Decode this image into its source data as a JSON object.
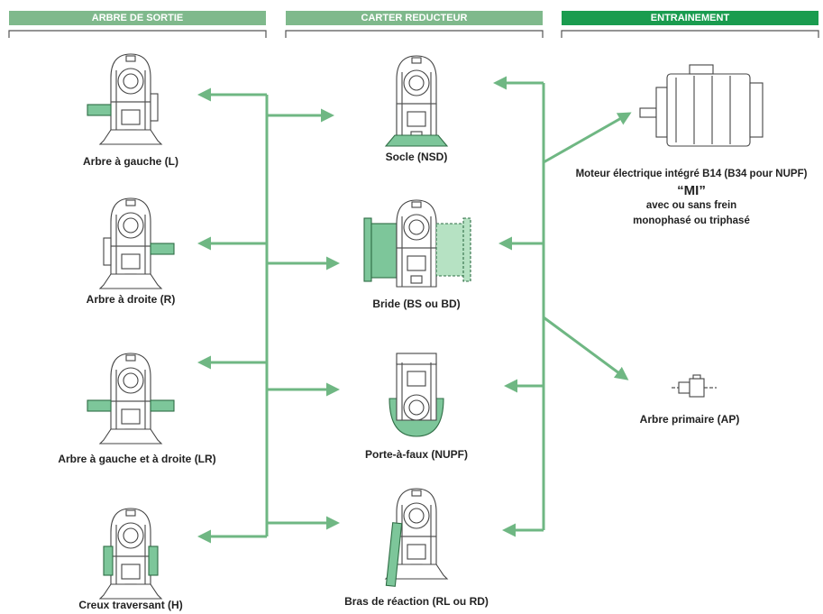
{
  "headers": {
    "output_shaft": "ARBRE DE SORTIE",
    "gearbox_housing": "CARTER REDUCTEUR",
    "drive": "ENTRAINEMENT"
  },
  "output_shaft_options": [
    {
      "label": "Arbre à gauche (L)"
    },
    {
      "label": "Arbre à droite (R)"
    },
    {
      "label": "Arbre à gauche et à droite (LR)"
    },
    {
      "label": "Creux traversant (H)"
    }
  ],
  "housing_options": [
    {
      "label": "Socle (NSD)"
    },
    {
      "label": "Bride (BS ou BD)"
    },
    {
      "label": "Porte-à-faux (NUPF)"
    },
    {
      "label": "Bras de réaction (RL ou RD)"
    }
  ],
  "drive_options": {
    "motor": {
      "line1": "Moteur électrique intégré B14 (B34 pour NUPF)",
      "line2": "“MI”",
      "line3": "avec ou sans frein",
      "line4": "monophasé ou triphasé"
    },
    "input_shaft": {
      "label": "Arbre primaire (AP)"
    }
  },
  "colors": {
    "header_light": "#7fb98c",
    "header_dark": "#1a9c4f",
    "arrow": "#6fb783",
    "part_green": "#7dc69a"
  }
}
